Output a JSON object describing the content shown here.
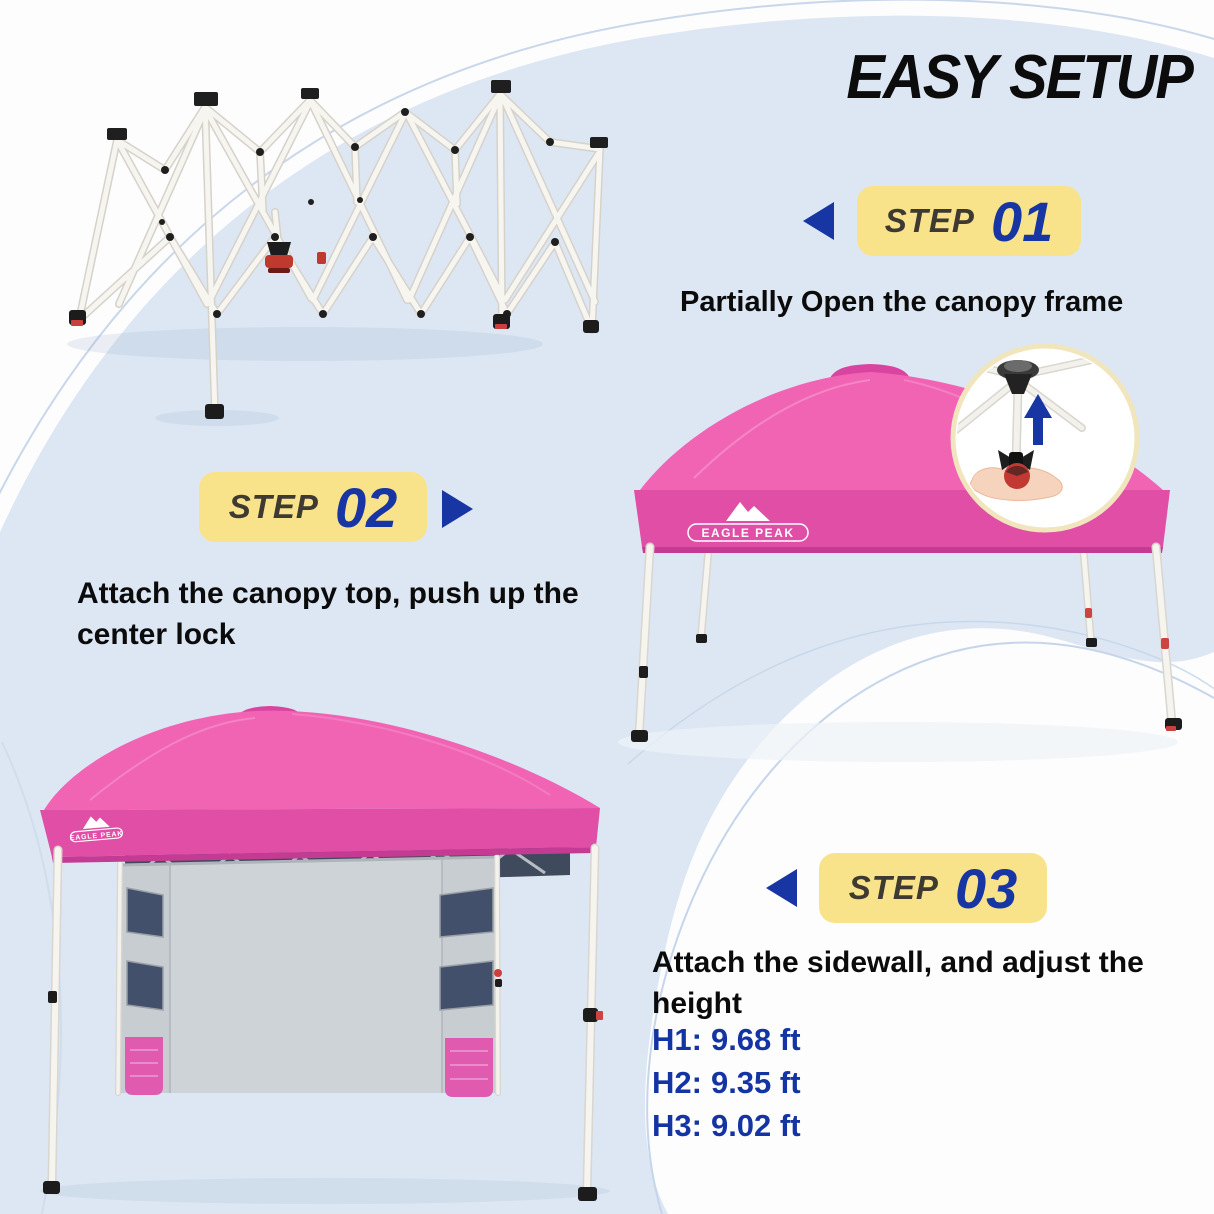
{
  "title": "EASY SETUP",
  "brand": "EAGLE PEAK",
  "steps": [
    {
      "label": "STEP",
      "number": "01",
      "arrow": "left-triangle",
      "description": "Partially Open the canopy frame"
    },
    {
      "label": "STEP",
      "number": "02",
      "arrow": "right-triangle",
      "description": "Attach the canopy top, push up the center lock"
    },
    {
      "label": "STEP",
      "number": "03",
      "arrow": "left-triangle",
      "description": "Attach the sidewall, and adjust the height",
      "heights": [
        {
          "label": "H1:",
          "value": "9.68 ft"
        },
        {
          "label": "H2:",
          "value": "9.35 ft"
        },
        {
          "label": "H3:",
          "value": "9.02 ft"
        }
      ]
    }
  ],
  "illustrations": {
    "step1_image": "folded-canopy-frame",
    "step2_image": "open-pink-canopy-with-center-lock-inset",
    "step2_inset": "center-lock-push-up-detail",
    "step3_image": "pink-canopy-with-gray-sidewall"
  },
  "icons": {
    "step1_arrow": "left-triangle",
    "step2_arrow": "right-triangle",
    "step3_arrow": "left-triangle",
    "inset_arrow": "up-arrow"
  },
  "colors": {
    "background_blue": "#dde7f3",
    "badge_yellow": "#f8e38b",
    "accent_blue": "#1736a3",
    "step_label_dark": "#3e3a32",
    "text_black": "#0b0b0b",
    "canopy_pink": "#f164b4",
    "valance_pink": "#e14ea6",
    "canopy_cap_pink": "#d8449f",
    "sidewall_gray": "#c8cdd2",
    "window_navy": "#43506b",
    "pocket_pink": "#e05ab0",
    "frame_white": "#f7f5f0",
    "inset_ring_cream": "#f0e5bd",
    "lock_red": "#c23832"
  }
}
